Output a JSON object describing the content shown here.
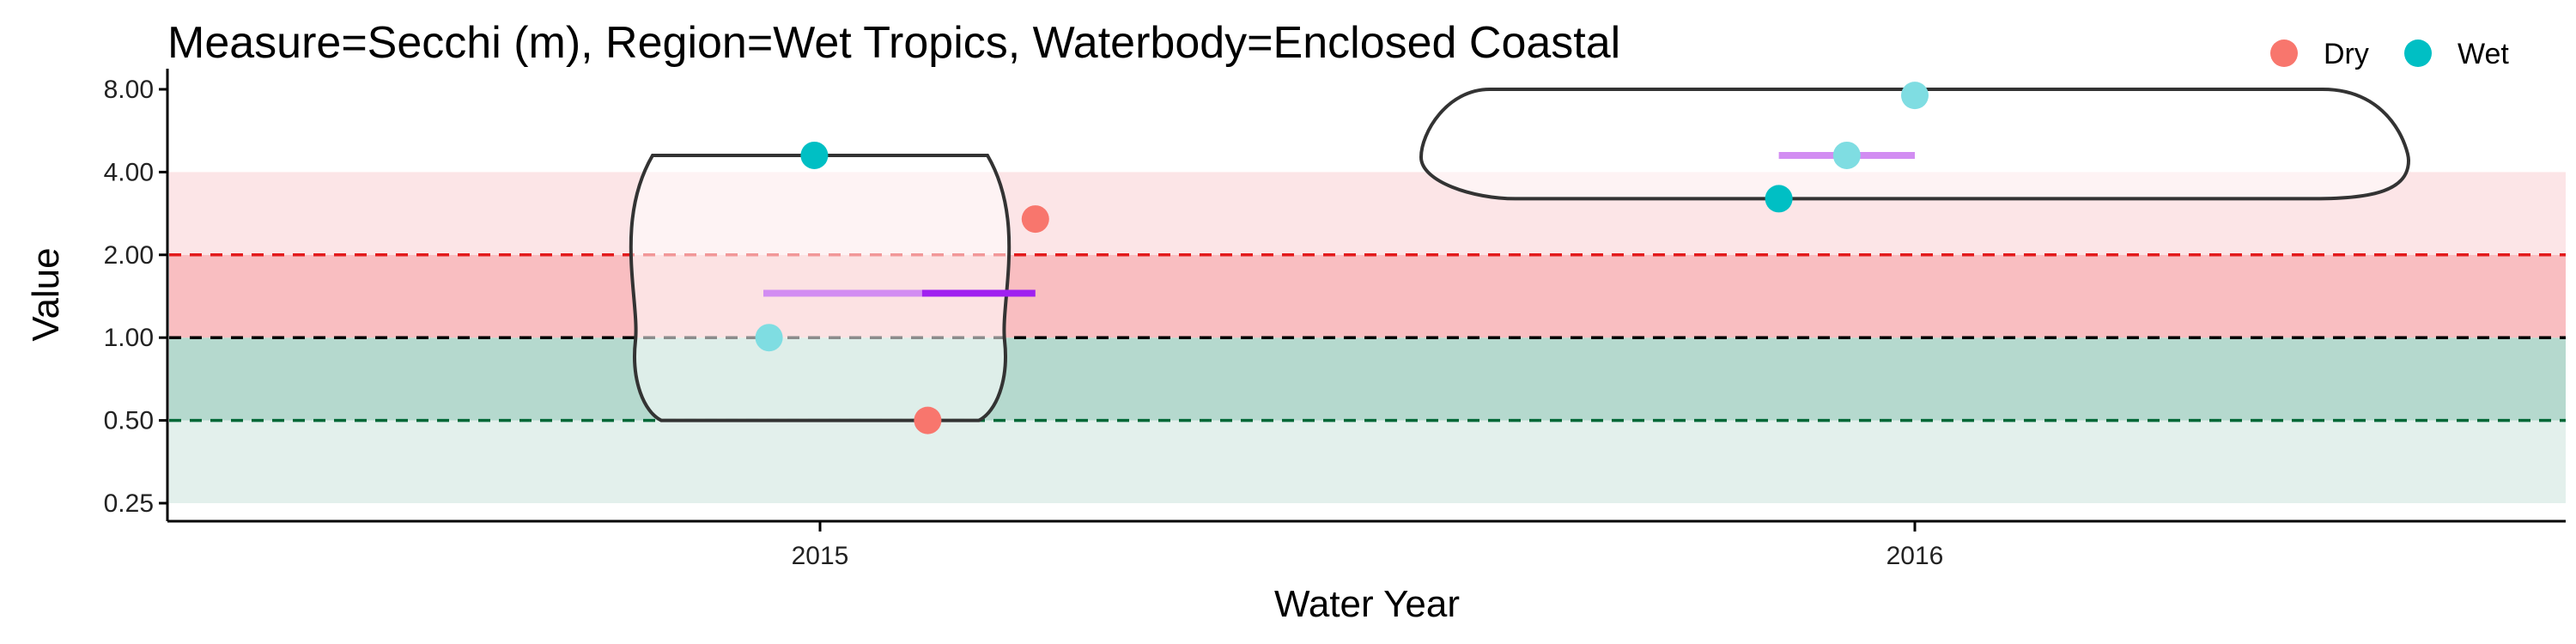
{
  "chart_data": {
    "type": "scatter",
    "title": "Measure=Secchi (m), Region=Wet Tropics, Waterbody=Enclosed Coastal",
    "xlabel": "Water Year",
    "ylabel": "Value",
    "y_scale": "log2",
    "ylim": [
      0.22,
      10.5
    ],
    "y_ticks": [
      {
        "value": 0.25,
        "label": "0.25"
      },
      {
        "value": 0.5,
        "label": "0.50"
      },
      {
        "value": 1,
        "label": "1.00"
      },
      {
        "value": 2,
        "label": "2.00"
      },
      {
        "value": 4,
        "label": "4.00"
      },
      {
        "value": 8,
        "label": "8.00"
      }
    ],
    "categories": [
      "2015",
      "2016"
    ],
    "legend": {
      "position": "top-right",
      "items": [
        {
          "label": "Dry",
          "color": "#F8766D"
        },
        {
          "label": "Wet",
          "color": "#00BFC4"
        }
      ]
    },
    "bands": [
      {
        "from": 0.25,
        "to": 0.5,
        "color": "#E3F0EC"
      },
      {
        "from": 0.5,
        "to": 1,
        "color": "#B5D9CE"
      },
      {
        "from": 1,
        "to": 2,
        "color": "#F9BEC1"
      },
      {
        "from": 2,
        "to": 4,
        "color": "#FCE5E7"
      }
    ],
    "reference_lines": [
      {
        "value": 2,
        "color": "#E31A1C",
        "dash": true
      },
      {
        "value": 1,
        "color": "#000000",
        "dash": true
      },
      {
        "value": 0.5,
        "color": "#006837",
        "dash": true
      }
    ],
    "violins": [
      {
        "category": "2015",
        "min": 0.5,
        "max": 4.6
      },
      {
        "category": "2016",
        "min": 3.2,
        "max": 8.0
      }
    ],
    "means": [
      {
        "category": "2015",
        "from": -0.1,
        "to": 0.38,
        "value": 1.45,
        "split_at": 0.18,
        "light_color": "#D28DF2",
        "dark_color": "#A020F0"
      },
      {
        "category": "2016",
        "from": -0.24,
        "to": 0.0,
        "value": 4.6,
        "light_color": "#D28DF2"
      }
    ],
    "series": [
      {
        "name": "Dry",
        "color": "#F8766D",
        "points": [
          {
            "category": "2015",
            "offset": 0.19,
            "value": 0.5
          },
          {
            "category": "2015",
            "offset": 0.38,
            "value": 2.7
          }
        ]
      },
      {
        "name": "Wet",
        "color": "#00BFC4",
        "points": [
          {
            "category": "2015",
            "offset": -0.09,
            "value": 1.0,
            "light": true
          },
          {
            "category": "2015",
            "offset": -0.01,
            "value": 4.6
          },
          {
            "category": "2016",
            "offset": -0.24,
            "value": 3.2
          },
          {
            "category": "2016",
            "offset": -0.12,
            "value": 4.6,
            "light": true
          },
          {
            "category": "2016",
            "offset": 0.0,
            "value": 7.6,
            "light": true
          }
        ]
      }
    ]
  }
}
